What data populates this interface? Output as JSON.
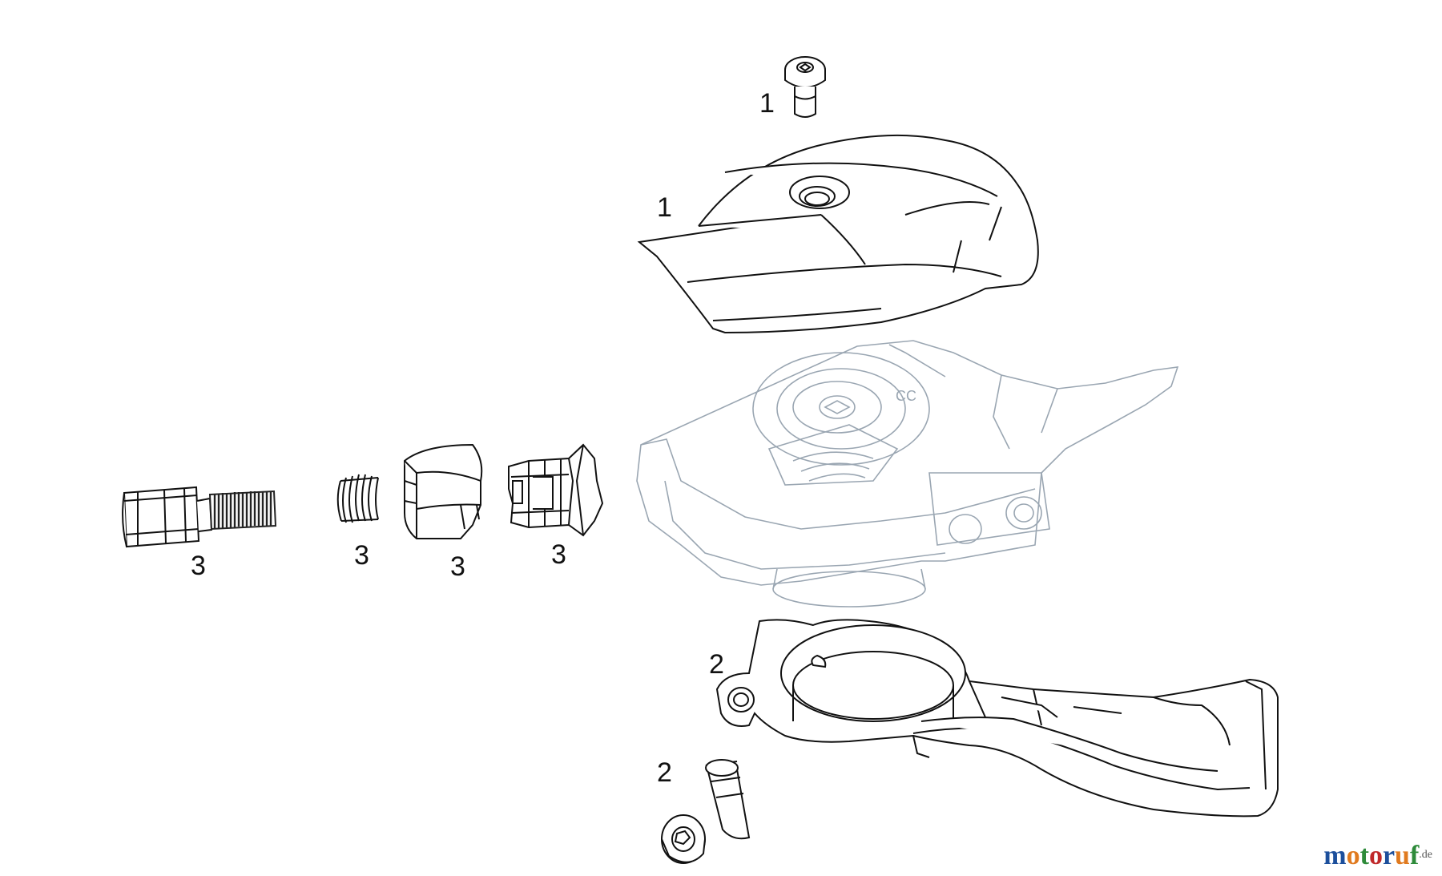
{
  "callouts": {
    "c1_screw": "1",
    "c1_cover": "1",
    "c2_clamp": "2",
    "c2_bolt": "2",
    "c3_barrel": "3",
    "c3_spring": "3",
    "c3_cap": "3",
    "c3_housing": "3"
  },
  "watermark": {
    "letters": [
      "m",
      "o",
      "t",
      "o",
      "r",
      "u",
      "f"
    ],
    "suffix": ".de"
  },
  "colors": {
    "line": "#111111",
    "ghost": "#9aa6b2",
    "thread": "#222222",
    "watermark": [
      "#1c4f9c",
      "#e07a1f",
      "#2e8b3a",
      "#c0292b",
      "#1c4f9c",
      "#e07a1f",
      "#2e8b3a"
    ]
  }
}
